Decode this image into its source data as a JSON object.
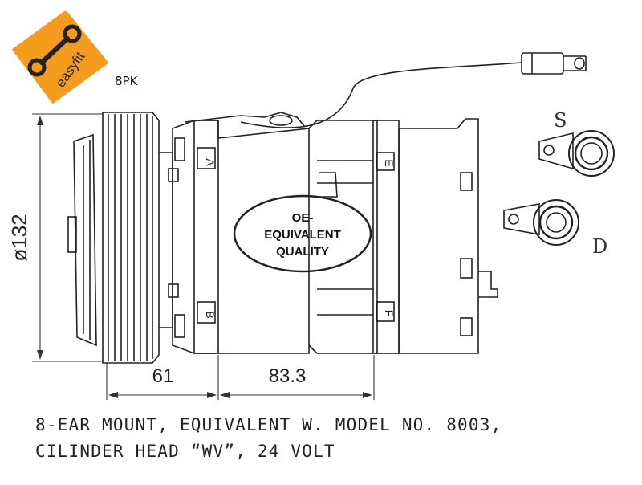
{
  "badge": {
    "brand": "easyfit",
    "accent": "#f39c1e"
  },
  "belt": {
    "label": "8PK"
  },
  "drawing": {
    "diameter_label": "ø132",
    "dim_left": "61",
    "dim_right": "83.3",
    "port_a": "A",
    "port_b": "B",
    "port_e": "E",
    "port_f": "F",
    "suction_label": "S",
    "discharge_label": "D",
    "quality_line1": "OE-",
    "quality_line2": "EQUIVALENT",
    "quality_line3": "QUALITY"
  },
  "caption": {
    "line1": "8-EAR MOUNT, EQUIVALENT W. MODEL NO. 8003,",
    "line2": "CILINDER HEAD “WV”, 24 VOLT"
  }
}
